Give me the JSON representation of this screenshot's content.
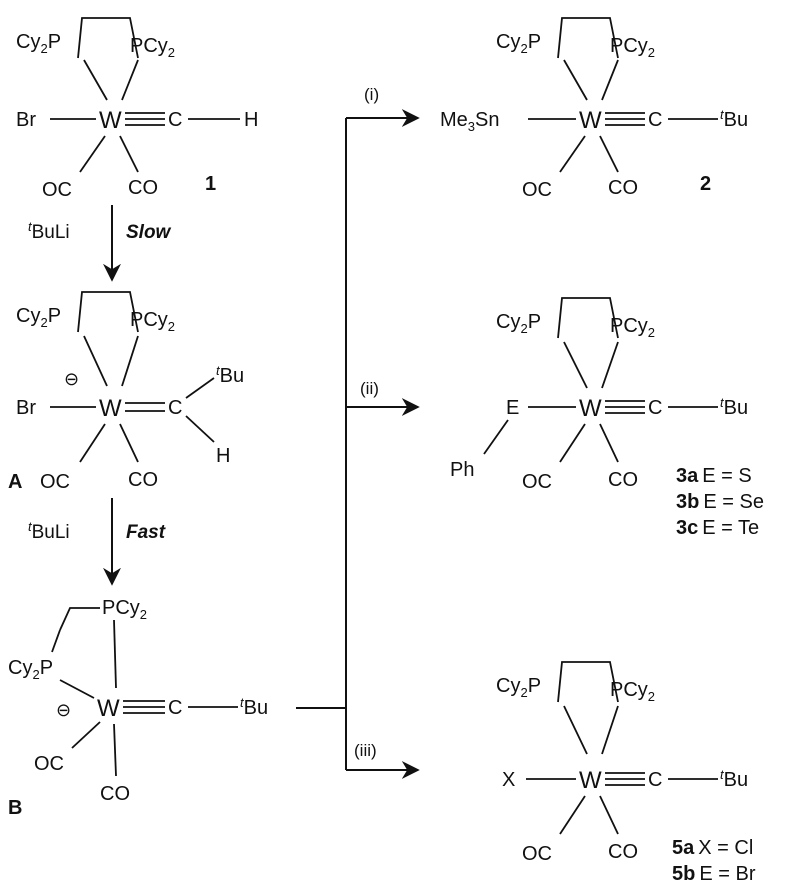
{
  "scheme": {
    "compounds": {
      "c1": {
        "number": "1",
        "ligands": {
          "left": "Br",
          "right": "H",
          "carbon": "C",
          "pLeft": "Cy2P",
          "pRight": "PCy2",
          "coLeft": "OC",
          "coRight": "CO"
        }
      },
      "cA": {
        "number": "A",
        "charge": "⊖",
        "ligands": {
          "left": "Br",
          "carbon": "C",
          "tbu": "Bu",
          "tbuSup": "t",
          "h": "H",
          "pLeft": "Cy2P",
          "pRight": "PCy2",
          "coLeft": "OC",
          "coRight": "CO"
        }
      },
      "cB": {
        "number": "B",
        "charge": "⊖",
        "ligands": {
          "carbon": "C",
          "tbu": "Bu",
          "tbuSup": "t",
          "pLeft": "Cy2P",
          "pTop": "PCy2",
          "coLeft": "OC",
          "coBottom": "CO"
        }
      },
      "c2": {
        "number": "2",
        "ligands": {
          "left": "Me3Sn",
          "carbon": "C",
          "tbu": "Bu",
          "tbuSup": "t",
          "pLeft": "Cy2P",
          "pRight": "PCy2",
          "coLeft": "OC",
          "coRight": "CO"
        }
      },
      "c3": {
        "ligands": {
          "e": "E",
          "ph": "Ph",
          "carbon": "C",
          "tbu": "Bu",
          "tbuSup": "t",
          "pLeft": "Cy2P",
          "pRight": "PCy2",
          "coLeft": "OC",
          "coRight": "CO"
        },
        "variants": [
          {
            "id": "3a",
            "text": "E = S"
          },
          {
            "id": "3b",
            "text": "E = Se"
          },
          {
            "id": "3c",
            "text": "E = Te"
          }
        ]
      },
      "c5": {
        "ligands": {
          "x": "X",
          "carbon": "C",
          "tbu": "Bu",
          "tbuSup": "t",
          "pLeft": "Cy2P",
          "pRight": "PCy2",
          "coLeft": "OC",
          "coRight": "CO"
        },
        "variants": [
          {
            "id": "5a",
            "text": "X = Cl"
          },
          {
            "id": "5b",
            "text": "E = Br"
          }
        ]
      }
    },
    "metal": "W",
    "arrows": {
      "step1": {
        "reagentSup": "t",
        "reagent": "BuLi",
        "condition": "Slow"
      },
      "step2": {
        "reagentSup": "t",
        "reagent": "BuLi",
        "condition": "Fast"
      },
      "branches": [
        "(i)",
        "(ii)",
        "(iii)"
      ]
    }
  }
}
